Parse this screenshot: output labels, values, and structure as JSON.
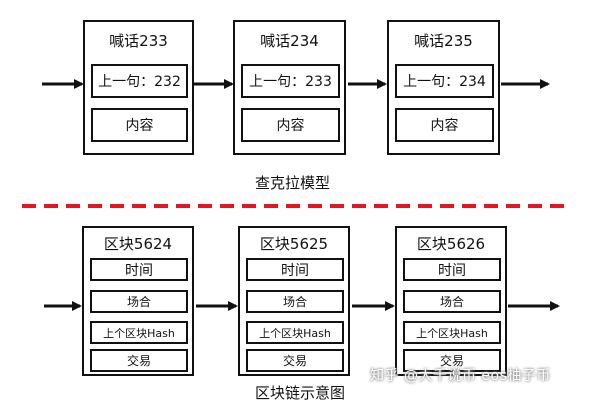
{
  "top": {
    "caption": "查克拉模型",
    "blocks": [
      {
        "title": "喊话233",
        "prev": "上一句：232",
        "content": "内容"
      },
      {
        "title": "喊话234",
        "prev": "上一句：233",
        "content": "内容"
      },
      {
        "title": "喊话235",
        "prev": "上一句：234",
        "content": "内容"
      }
    ]
  },
  "bottom": {
    "caption": "区块链示意图",
    "blocks": [
      {
        "title": "区块5624",
        "time": "时间",
        "place": "场合",
        "prev_hash": "上个区块Hash",
        "trade": "交易"
      },
      {
        "title": "区块5625",
        "time": "时间",
        "place": "场合",
        "prev_hash": "上个区块Hash",
        "trade": "交易"
      },
      {
        "title": "区块5626",
        "time": "时间",
        "place": "场合",
        "prev_hash": "上个区块Hash",
        "trade": "交易"
      }
    ]
  },
  "colors": {
    "line": "#111111",
    "divider": "#e8161b"
  },
  "watermark": "知乎 @大千说币 eos柚子币"
}
